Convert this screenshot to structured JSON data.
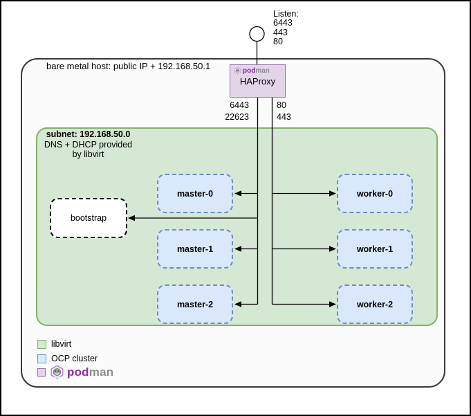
{
  "diagram": {
    "title_note": "",
    "listen": {
      "label": "Listen:",
      "ports": [
        "6443",
        "443",
        "80"
      ]
    },
    "host": {
      "label": "bare metal host: public IP + 192.168.50.1"
    },
    "haproxy": {
      "brand": {
        "pod": "pod",
        "man": "man"
      },
      "label": "HAProxy",
      "left_ports": [
        "6443",
        "22623"
      ],
      "right_ports": [
        "80",
        "443"
      ]
    },
    "subnet": {
      "title": "subnet: 192.168.50.0",
      "line2": "DNS + DHCP provided",
      "line3": "by libvirt"
    },
    "nodes": {
      "bootstrap": {
        "label": "bootstrap"
      },
      "masters": [
        {
          "label": "master-0"
        },
        {
          "label": "master-1"
        },
        {
          "label": "master-2"
        }
      ],
      "workers": [
        {
          "label": "worker-0"
        },
        {
          "label": "worker-1"
        },
        {
          "label": "worker-2"
        }
      ]
    },
    "legend": {
      "libvirt": {
        "label": "libvirt",
        "fill": "#d5e8d4",
        "stroke": "#82b366"
      },
      "ocp": {
        "label": "OCP cluster",
        "fill": "#dae8fc",
        "stroke": "#6c8ebf"
      },
      "podman": {
        "pod": "pod",
        "man": "man",
        "fill": "#e1d5e7",
        "stroke": "#9673a6"
      }
    },
    "colors": {
      "podman_purple": "#892ca0",
      "wordmark_gray": "#8e8e8e",
      "haproxy_fill": "#e1d5e7",
      "haproxy_stroke": "#9673a6",
      "subnet_fill": "#d5e8d4",
      "subnet_stroke": "#82b366",
      "ocp_fill": "#dae8fc",
      "ocp_stroke": "#6c8ebf",
      "host_stroke": "#3a3a3a",
      "connector": "#000000"
    }
  }
}
